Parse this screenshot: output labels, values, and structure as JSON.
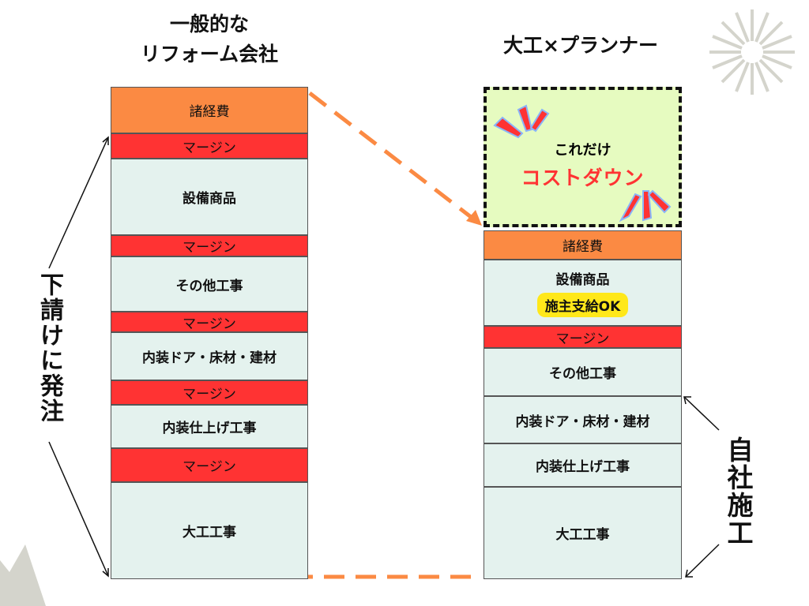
{
  "left": {
    "title_line1": "一般的な",
    "title_line2": "リフォーム会社",
    "blocks": [
      "諸経費",
      "マージン",
      "設備商品",
      "マージン",
      "その他工事",
      "マージン",
      "内装ドア・床材・建材",
      "マージン",
      "内装仕上げ工事",
      "マージン",
      "大工工事"
    ],
    "side_label": "下請けに発注"
  },
  "right": {
    "title": "大工×プランナー",
    "callout_line1": "これだけ",
    "callout_line2": "コストダウン",
    "blocks": [
      "諸経費",
      "設備商品",
      "マージン",
      "その他工事",
      "内装ドア・床材・建材",
      "内装仕上げ工事",
      "大工工事"
    ],
    "badge": "施主支給OK",
    "side_label": "自社施工"
  },
  "colors": {
    "orange": "#fb8a43",
    "red": "#ff3333",
    "light": "#e4f2ee",
    "callout": "#e6fbc0",
    "badge": "#ffe81a"
  }
}
